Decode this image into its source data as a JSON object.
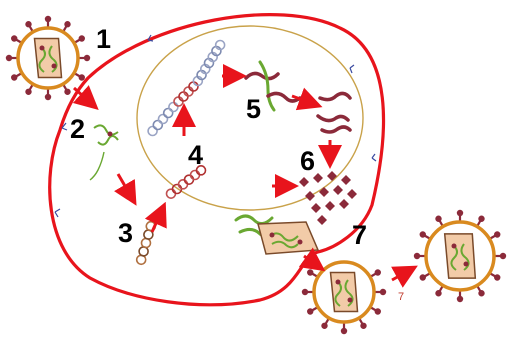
{
  "steps": [
    {
      "label": "1"
    },
    {
      "label": "2"
    },
    {
      "label": "3"
    },
    {
      "label": "4"
    },
    {
      "label": "5"
    },
    {
      "label": "6"
    },
    {
      "label": "7"
    }
  ],
  "release_label": "7",
  "colors": {
    "cell_membrane": "#e8141c",
    "nucleus_membrane": "#c9a24a",
    "arrow": "#e8141c",
    "envelope": "#d98a1f",
    "spike": "#8b2a3a",
    "capsid_fill": "#f2cba8",
    "capsid_stroke": "#7a4a2a",
    "rna_green": "#6aa832",
    "rna_maroon": "#8b2a3a",
    "dna_blue": "#7d8ab0",
    "dna_red": "#b03030",
    "protein": "#8b2a3a"
  },
  "icons": [
    "virus-particle-icon",
    "released-virus-icon",
    "capsid-icon",
    "rna-strand-icon",
    "dna-helix-icon",
    "protein-diamonds-icon"
  ]
}
